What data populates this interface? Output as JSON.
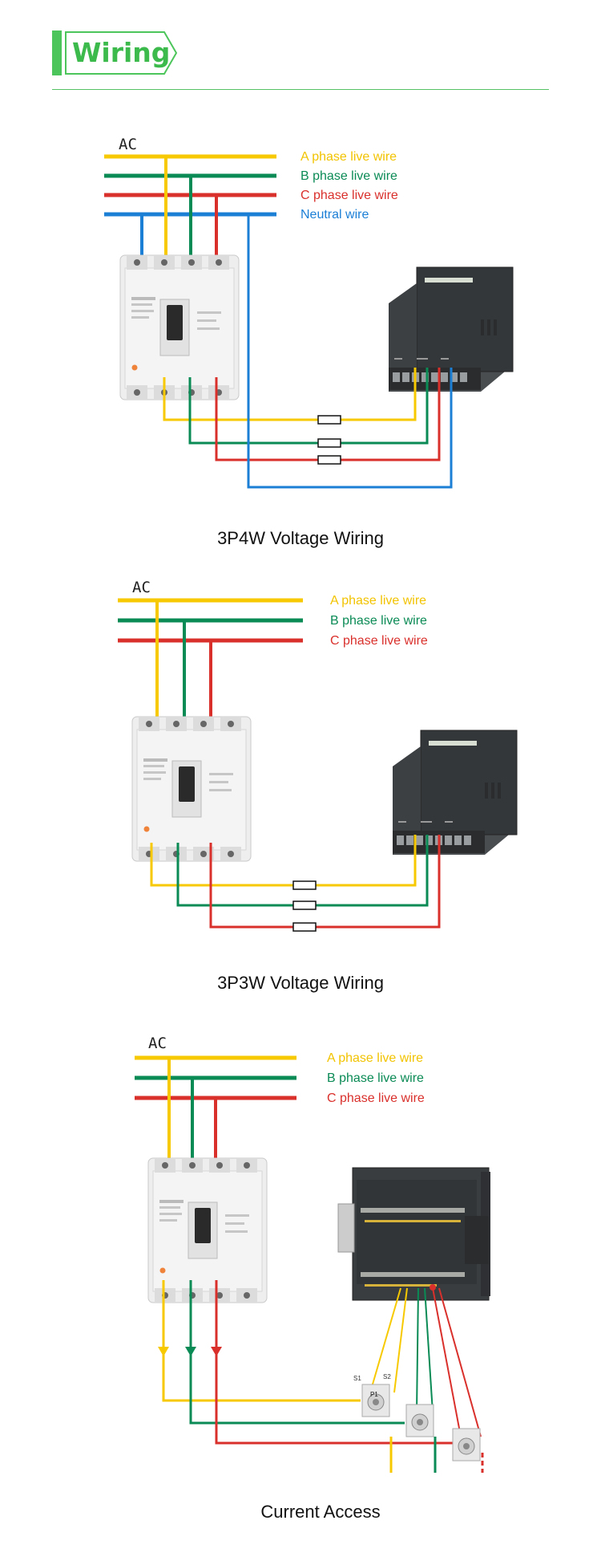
{
  "header": {
    "title": "Wiring"
  },
  "colors": {
    "phase_a": "#f7c900",
    "phase_b": "#0a8a55",
    "phase_c": "#d9302c",
    "neutral": "#1c7fd6",
    "accent": "#4cc65a"
  },
  "sections": [
    {
      "ac_label": "AC",
      "legend": [
        "A phase live wire",
        "B phase live wire",
        "C phase live wire",
        "Neutral wire"
      ],
      "caption": "3P4W Voltage Wiring"
    },
    {
      "ac_label": "AC",
      "legend": [
        "A phase live wire",
        "B phase live wire",
        "C phase live wire"
      ],
      "caption": "3P3W Voltage Wiring"
    },
    {
      "ac_label": "AC",
      "legend": [
        "A phase live wire",
        "B phase live wire",
        "C phase live wire"
      ],
      "ct_terminals": [
        "S1",
        "S2",
        "P1"
      ],
      "caption": "Current Access"
    }
  ]
}
